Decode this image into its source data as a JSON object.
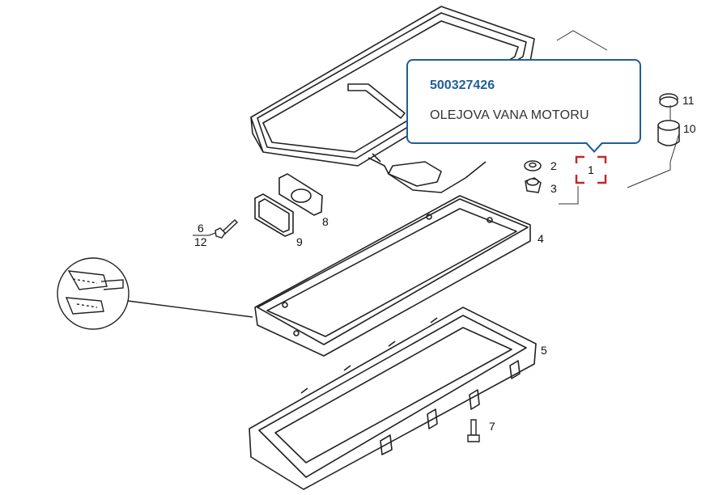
{
  "tooltip": {
    "part_number": "500327426",
    "part_name": "OLEJOVA VANA MOTORU"
  },
  "callouts": {
    "c1": "1",
    "c2": "2",
    "c3": "3",
    "c4": "4",
    "c5": "5",
    "c6": "6",
    "c12": "12",
    "c7": "7",
    "c8": "8",
    "c9": "9",
    "c10": "10",
    "c11": "11"
  },
  "colors": {
    "tooltip_border": "#1f5e96",
    "highlight_bracket": "#c62828"
  }
}
